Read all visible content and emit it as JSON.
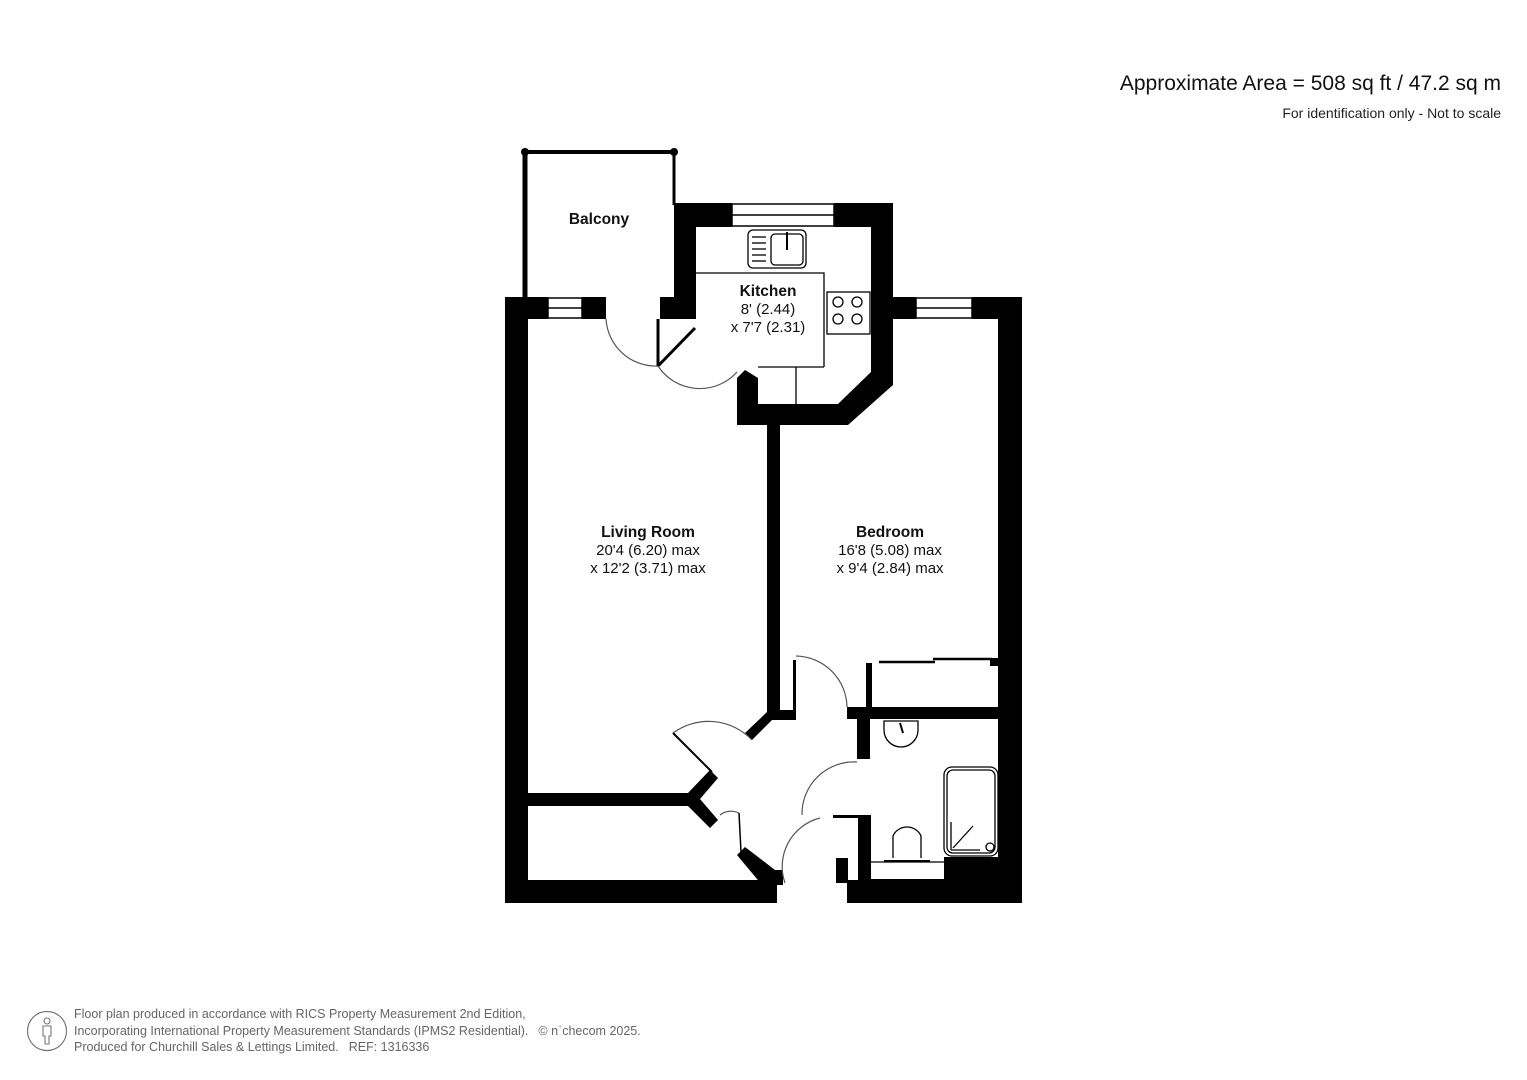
{
  "header": {
    "area": "Approximate Area = 508 sq ft / 47.2 sq m",
    "disclaimer": "For identification only - Not to scale"
  },
  "rooms": {
    "balcony": {
      "name": "Balcony"
    },
    "kitchen": {
      "name": "Kitchen",
      "dim1": "8' (2.44)",
      "dim2": "x 7'7 (2.31)"
    },
    "living_room": {
      "name": "Living Room",
      "dim1": "20'4 (6.20) max",
      "dim2": "x 12'2 (3.71) max"
    },
    "bedroom": {
      "name": "Bedroom",
      "dim1": "16'8 (5.08) max",
      "dim2": "x 9'4 (2.84) max"
    }
  },
  "footer": {
    "line1": "Floor plan produced in accordance with RICS Property Measurement 2nd Edition,",
    "line2": "Incorporating International Property Measurement Standards (IPMS2 Residential).",
    "copyright": "© nˈchecom 2025.",
    "line3": "Produced for Churchill Sales & Lettings Limited.",
    "ref": "REF: 1316336"
  },
  "colors": {
    "wall": "#000000",
    "text_muted": "#666666",
    "background": "#ffffff"
  }
}
